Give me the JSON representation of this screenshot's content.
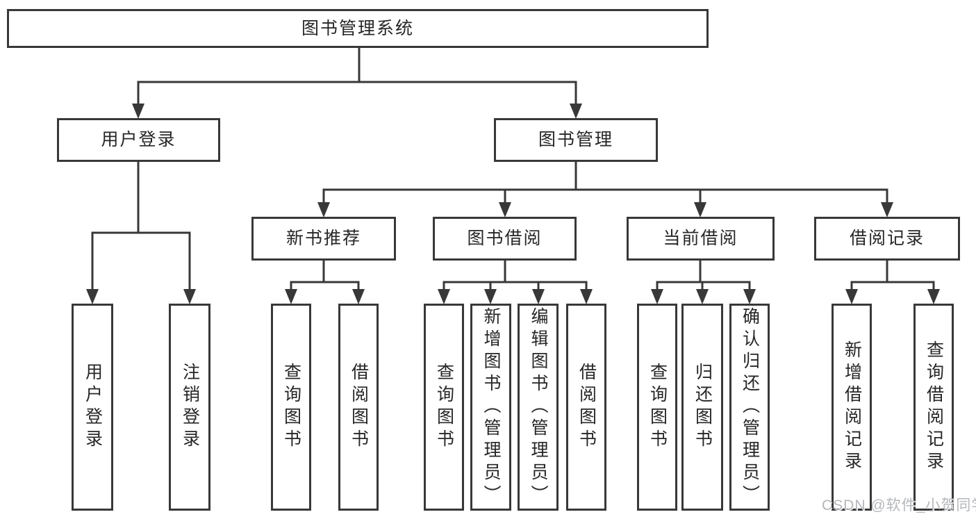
{
  "diagram_type": "functional-structure-tree",
  "colors": {
    "line": "#383838",
    "box_border": "#383838",
    "text": "#262626",
    "background": "#ffffff",
    "watermark": "#b4b7bb"
  },
  "watermark": {
    "text": "CSDN @软件_小贺同学"
  },
  "tree": {
    "label": "图书管理系统",
    "children": [
      {
        "label": "用户登录",
        "children": [
          {
            "label": "用户登录"
          },
          {
            "label": "注销登录"
          }
        ]
      },
      {
        "label": "图书管理",
        "children": [
          {
            "label": "新书推荐",
            "children": [
              {
                "label": "查询图书"
              },
              {
                "label": "借阅图书"
              }
            ]
          },
          {
            "label": "图书借阅",
            "children": [
              {
                "label": "查询图书"
              },
              {
                "label": "新增图书（管理员）"
              },
              {
                "label": "编辑图书（管理员）"
              },
              {
                "label": "借阅图书"
              }
            ]
          },
          {
            "label": "当前借阅",
            "children": [
              {
                "label": "查询图书"
              },
              {
                "label": "归还图书"
              },
              {
                "label": "确认归还（管理员）"
              }
            ]
          },
          {
            "label": "借阅记录",
            "children": [
              {
                "label": "新增借阅记录"
              },
              {
                "label": "查询借阅记录"
              }
            ]
          }
        ]
      }
    ]
  }
}
